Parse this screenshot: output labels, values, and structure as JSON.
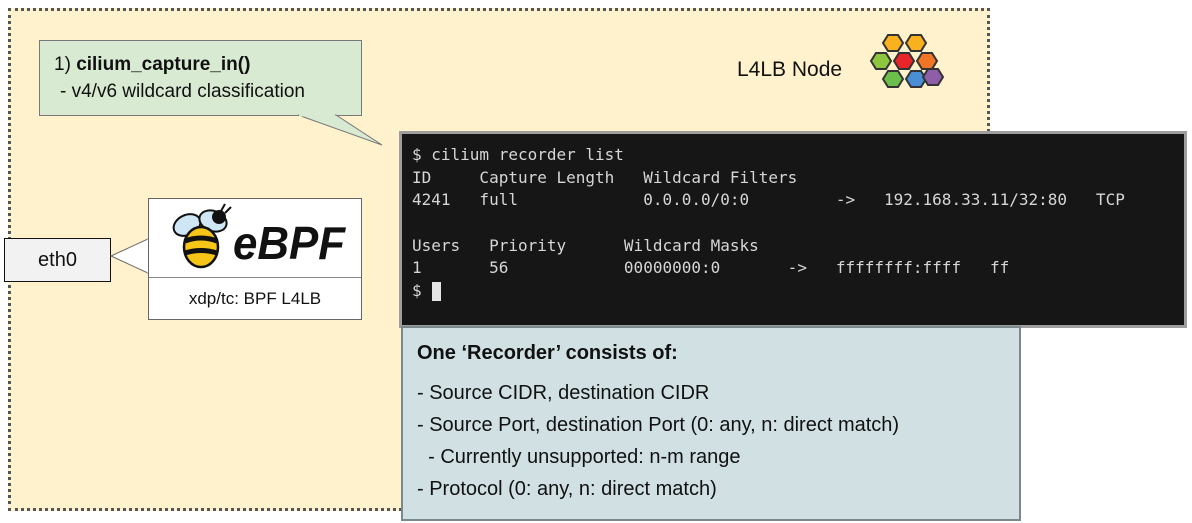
{
  "node": {
    "label": "L4LB Node"
  },
  "logo": {
    "name": "cilium-logo-icon",
    "colors": [
      "#f9b21d",
      "#8dc63f",
      "#e82629",
      "#f07525",
      "#6dbf4b",
      "#4a8ed6",
      "#8e5ea8"
    ]
  },
  "callout": {
    "step": "1)",
    "function": "cilium_capture_in()",
    "description": "- v4/v6 wildcard classification"
  },
  "ebpf": {
    "logo_text": "eBPF",
    "subtitle": "xdp/tc: BPF L4LB"
  },
  "interface": {
    "label": "eth0"
  },
  "terminal": {
    "lines": [
      "$ cilium recorder list",
      "ID     Capture Length   Wildcard Filters",
      "4241   full             0.0.0.0/0:0         ->   192.168.33.11/32:80   TCP",
      "",
      "Users   Priority      Wildcard Masks",
      "1       56            00000000:0       ->   ffffffff:ffff   ff",
      "$"
    ]
  },
  "recorder": {
    "title": "One ‘Recorder’ consists of:",
    "items": [
      "- Source CIDR, destination CIDR",
      "- Source Port, destination Port (0: any, n: direct match)",
      "  - Currently unsupported: n-m range",
      "- Protocol (0: any, n: direct match)"
    ]
  }
}
